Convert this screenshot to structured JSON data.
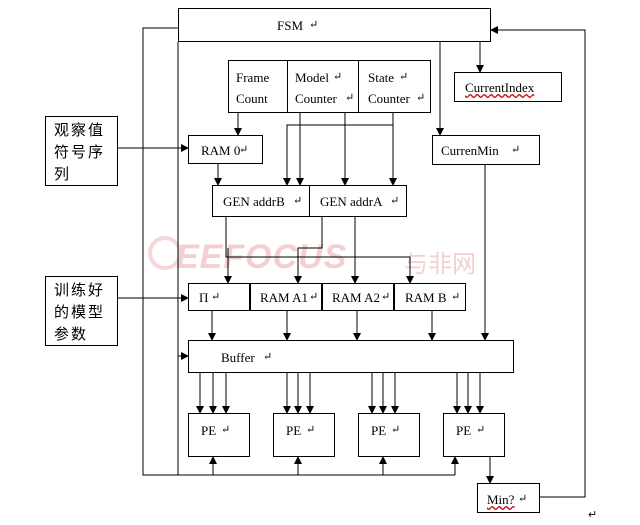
{
  "blocks": {
    "fsm": "FSM",
    "frame_count_line1": "Frame",
    "frame_count_line2": "Count",
    "model_counter_line1": "Model",
    "model_counter_line2": "Counter",
    "state_counter_line1": "State",
    "state_counter_line2": "Counter",
    "current_index": "CurrentIndex",
    "observation_sequence": "观察值符号序列",
    "ram0": "RAM 0",
    "curren_min": "CurrenMin",
    "gen_addr_b": "GEN addrB",
    "gen_addr_a": "GEN addrA",
    "trained_model_params": "训练好的模型参数",
    "pi": "Π",
    "ram_a1": "RAM A1",
    "ram_a2": "RAM A2",
    "ram_b": "RAM B",
    "buffer": "Buffer",
    "pe": [
      "PE",
      "PE",
      "PE",
      "PE"
    ],
    "min": "Min?"
  },
  "return_mark": "↵",
  "watermark": {
    "brand": "EEFOCUS",
    "brand_cn": "与非网"
  }
}
